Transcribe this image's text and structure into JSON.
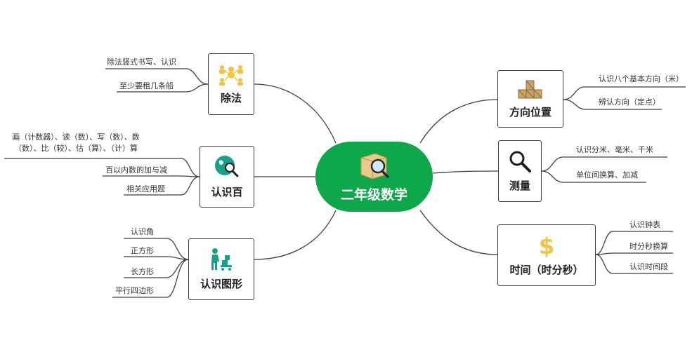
{
  "center": {
    "title": "二年级数学",
    "icon": "box-magnifier-icon"
  },
  "topics": {
    "division": {
      "title": "除法",
      "icon": "people-network-icon",
      "items": [
        "除法竖式书写、认识",
        "至少要租几条船"
      ]
    },
    "hundred": {
      "title": "认识百",
      "icon": "globe-magnifier-icon",
      "items": [
        "画（计数器）、读（数）、写（数）、数（数）、比（较）、估（算）、（计）算",
        "百以内数的加与减",
        "相关应用题"
      ]
    },
    "shapes": {
      "title": "认识图形",
      "icon": "worker-cart-icon",
      "items": [
        "认识角",
        "正方形",
        "长方形",
        "平行四边形"
      ]
    },
    "direction": {
      "title": "方向位置",
      "icon": "boxes-icon",
      "items": [
        "认识八个基本方向（米）",
        "辨认方向（定点）"
      ]
    },
    "measure": {
      "title": "测量",
      "icon": "magnifier-icon",
      "items": [
        "认识分米、毫米、千米",
        "单位间换算、加减"
      ]
    },
    "time": {
      "title": "时间（时分秒）",
      "icon": "dollar-icon",
      "items": [
        "认识钟表",
        "时分秒换算",
        "认识时间段"
      ]
    }
  },
  "colors": {
    "center": "#0ea84a",
    "line": "#3f3f3f",
    "gold": "#f5c242",
    "teal": "#1aa08a",
    "box": "#c9a46a"
  }
}
